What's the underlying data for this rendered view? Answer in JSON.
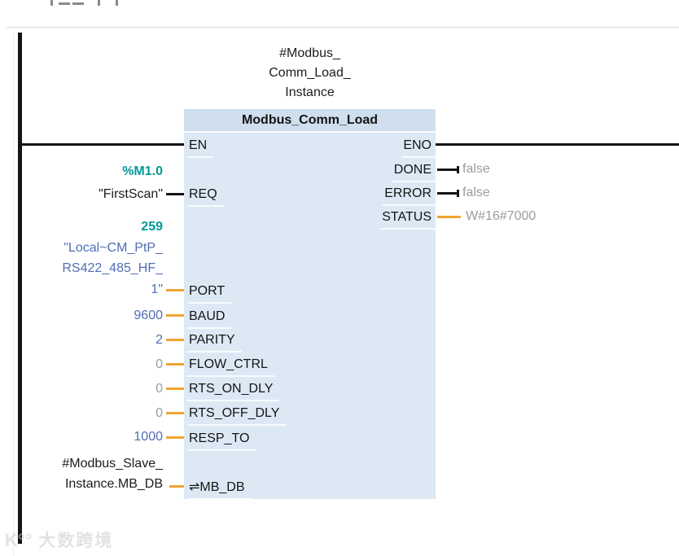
{
  "instance_name": {
    "lines": [
      "#Modbus_",
      "Comm_Load_",
      "Instance"
    ]
  },
  "block": {
    "title": "Modbus_Comm_Load",
    "left_pins": [
      {
        "label": "EN"
      },
      {
        "label": "REQ"
      },
      {
        "label": "PORT"
      },
      {
        "label": "BAUD"
      },
      {
        "label": "PARITY"
      },
      {
        "label": "FLOW_CTRL"
      },
      {
        "label": "RTS_ON_DLY"
      },
      {
        "label": "RTS_OFF_DLY"
      },
      {
        "label": "RESP_TO"
      },
      {
        "label": "MB_DB",
        "inout_symbol": "⇌"
      }
    ],
    "right_pins": [
      {
        "label": "ENO"
      },
      {
        "label": "DONE",
        "value": "false"
      },
      {
        "label": "ERROR",
        "value": "false"
      },
      {
        "label": "STATUS",
        "value": "W#16#7000"
      }
    ]
  },
  "operands": {
    "req_address": "%M1.0",
    "req_name": "\"FirstScan\"",
    "port_address": "259",
    "port_name_line1": "\"Local~CM_PtP_",
    "port_name_line2": "RS422_485_HF_",
    "port_name_line3": "1\"",
    "baud": "9600",
    "parity": "2",
    "flow_ctrl": "0",
    "rts_on_dly": "0",
    "rts_off_dly": "0",
    "resp_to": "1000",
    "mb_db_line1": "#Modbus_Slave_",
    "mb_db_line2": "Instance.MB_DB"
  },
  "watermark": {
    "logo": "K°°",
    "text": "大数跨境"
  },
  "colors": {
    "block_body": "#dce9f5",
    "block_header": "#cfdfee",
    "teal": "#009a9a",
    "constant_blue": "#4f6eb4",
    "gray_value": "#9c9c9c",
    "wire_orange": "#f2a433",
    "wire_black": "#141414"
  }
}
